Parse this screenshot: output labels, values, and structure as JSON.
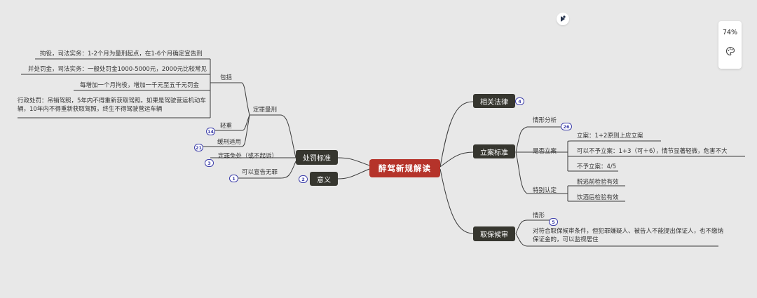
{
  "center": {
    "label": "醉驾新规解读"
  },
  "zoom": {
    "level": "74%",
    "icon": "palette-icon"
  },
  "branches": {
    "law": {
      "label": "相关法律",
      "badge": "4"
    },
    "filing": {
      "label": "立案标准",
      "situation": {
        "label": "情形分析",
        "badge": "26"
      },
      "whether": {
        "label": "是否立案",
        "items": [
          "立案：1+2原则上应立案",
          "可以不予立案：1+3（可＋6），情节显著轻微，危害不大",
          "不予立案：4/5"
        ]
      },
      "special": {
        "label": "特别认定",
        "items": [
          "脱逃前检验有效",
          "饮酒后检验有效"
        ]
      }
    },
    "bail": {
      "label": "取保候审",
      "case": {
        "label": "情形",
        "badge": "5"
      },
      "text": "对符合取保候审条件，但犯罪嫌疑人、被告人不能提出保证人，也不缴纳保证金的，可以监视居住"
    },
    "penalty": {
      "label": "处罚标准",
      "conviction": {
        "label": "定罪量刑",
        "include": {
          "label": "包括",
          "items": [
            "拘役，司法实务：1-2个月为量刑起点，在1-6个月确定宣告刑",
            "并处罚金，司法实务：一般处罚金1000-5000元，2000元比较常见",
            "每增加一个月拘役，增加一千元至五千元罚金",
            "行政处罚：吊销驾照，5年内不得重新获取驾照。如果是驾驶营运机动车辆，10年内不得重新获取驾照，终生不得驾驶营运车辆"
          ]
        },
        "heavy": {
          "label": "轻重",
          "badge": "14"
        },
        "probation": {
          "label": "缓刑适用",
          "badge": "21"
        }
      },
      "exemption": {
        "label": "定罪免处（或不起诉）",
        "badge": "3"
      },
      "declare": {
        "label": "可以宣告无罪",
        "badge": "1"
      }
    },
    "meaning": {
      "label": "意义",
      "badge": "2"
    }
  }
}
